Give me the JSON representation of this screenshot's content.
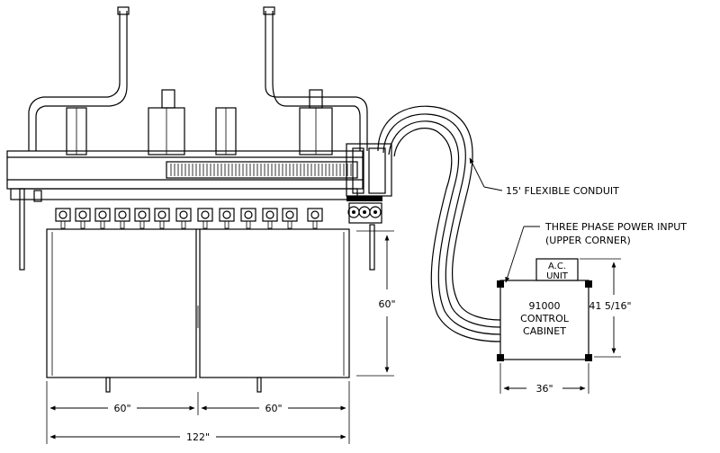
{
  "labels": {
    "conduit": "15' FLEXIBLE CONDUIT",
    "power_line1": "THREE PHASE POWER INPUT",
    "power_line2": "(UPPER CORNER)",
    "ac_line1": "A.C.",
    "ac_line2": "UNIT",
    "cabinet_line1": "91000",
    "cabinet_line2": "CONTROL",
    "cabinet_line3": "CABINET"
  },
  "dimensions": {
    "panel_height": "60\"",
    "cabinet_height": "41 5/16\"",
    "cabinet_width": "36\"",
    "left_panel_width": "60\"",
    "right_panel_width": "60\"",
    "overall_width": "122\""
  }
}
